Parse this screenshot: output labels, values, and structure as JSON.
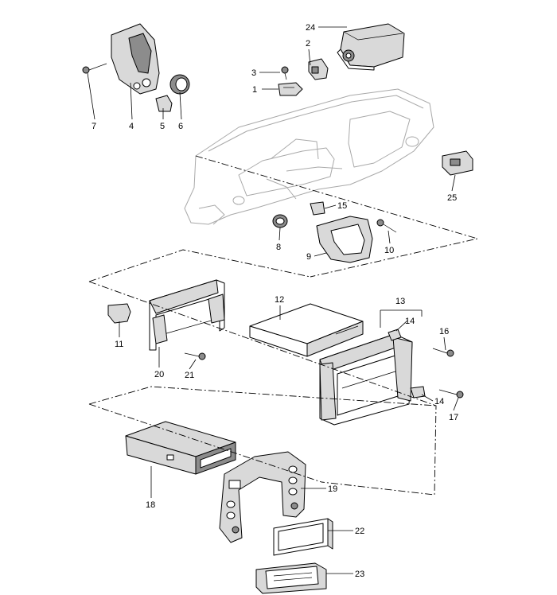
{
  "callouts": [
    "1",
    "2",
    "3",
    "4",
    "5",
    "6",
    "7",
    "8",
    "9",
    "10",
    "11",
    "12",
    "13",
    "14",
    "14",
    "15",
    "16",
    "17",
    "18",
    "19",
    "20",
    "21",
    "22",
    "23",
    "24",
    "25"
  ]
}
